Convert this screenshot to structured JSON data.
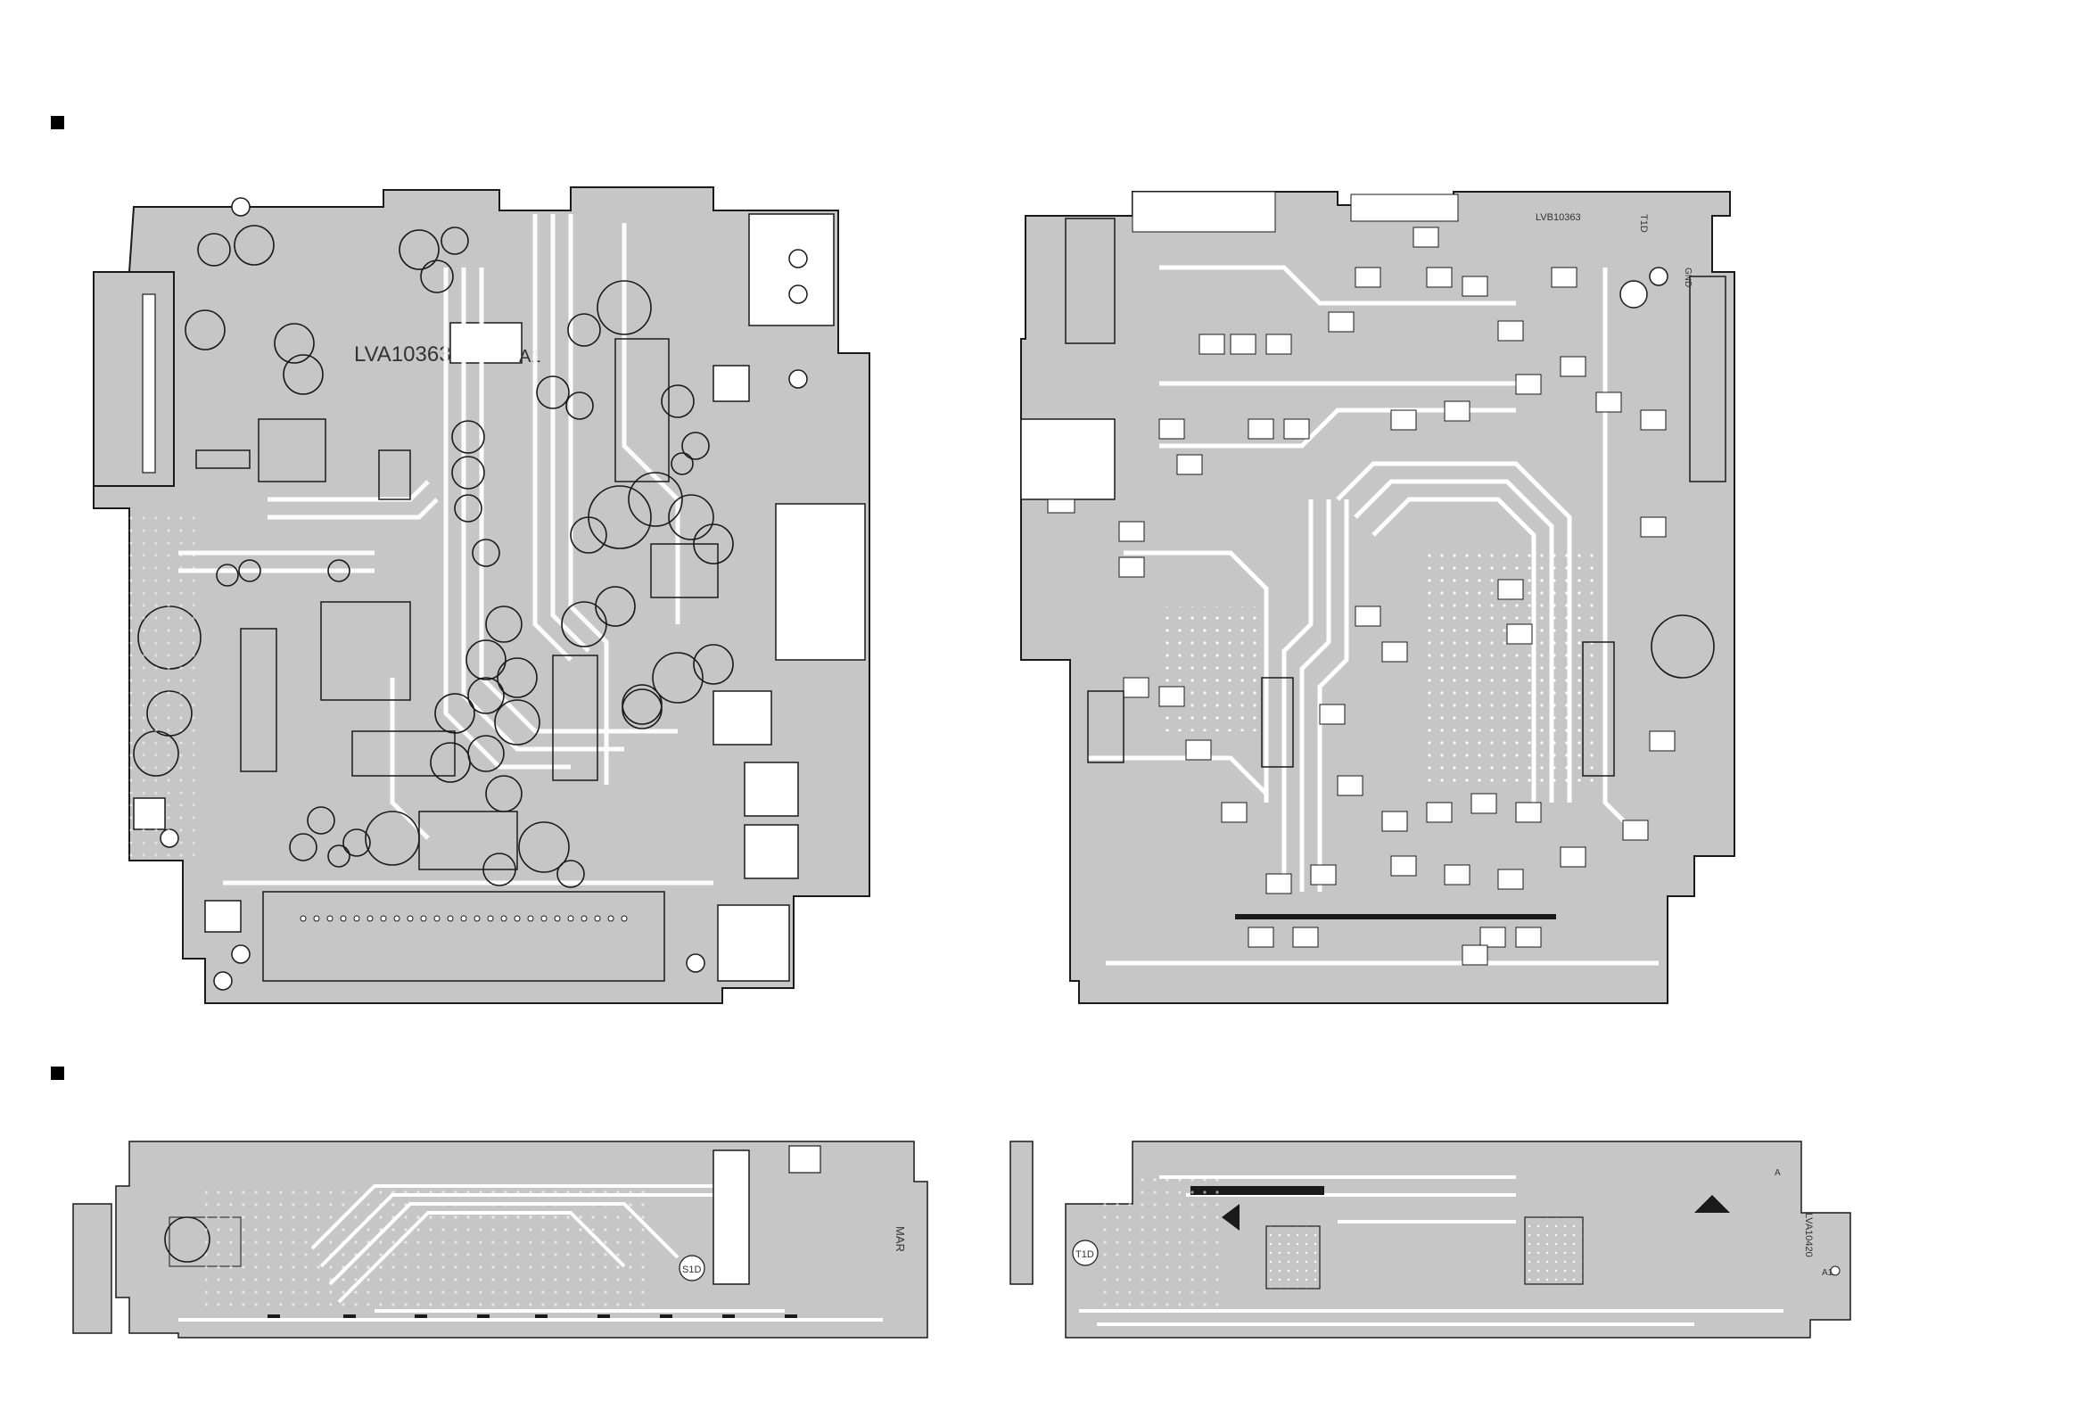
{
  "boards": {
    "main_component_side": {
      "board_code": "LVA10363",
      "side_mark": "A1"
    },
    "main_foil_side": {
      "board_code": "LVB10363",
      "corner_mark": "T1D",
      "label_gnd": "GND"
    },
    "front_component_side": {
      "mark": "S1D",
      "side_code": "MAR"
    },
    "front_foil_side": {
      "mark": "T1D",
      "corner_mark": "A",
      "side_code": "LVA10420",
      "side_mark": "A1"
    }
  },
  "colors": {
    "copper": "#c6c6c6",
    "outline": "#1a1a1a",
    "trace": "#ffffff",
    "background": "#ffffff"
  }
}
